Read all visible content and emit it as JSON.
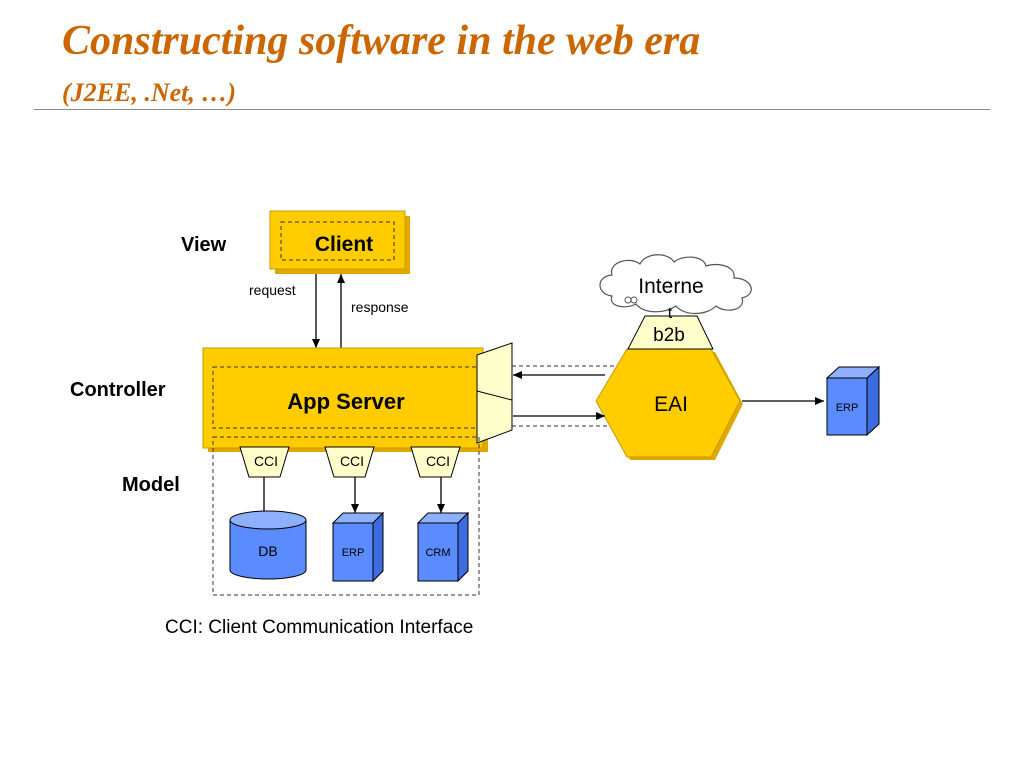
{
  "header": {
    "title": "Constructing software in the web era",
    "subtitle": "(J2EE, .Net, …)"
  },
  "layers": {
    "view": "View",
    "controller": "Controller",
    "model": "Model"
  },
  "nodes": {
    "client": "Client",
    "app_server": "App Server",
    "internet": "Interne",
    "internet_overflow": "t",
    "b2b": "b2b",
    "eai": "EAI",
    "erp_external": "ERP",
    "cci_1": "CCI",
    "cci_2": "CCI",
    "cci_3": "CCI",
    "db": "DB",
    "erp_internal": "ERP",
    "crm": "CRM"
  },
  "edges": {
    "request": "request",
    "response": "response"
  },
  "footnote": "CCI: Client Communication Interface",
  "colors": {
    "title": "#cc6600",
    "gold": "#ffcc00",
    "gold_shadow": "#e0a800",
    "light_yellow": "#ffffcc",
    "blue": "#5b8cff",
    "blue_side": "#3d6be0",
    "blue_top": "#8fb0ff"
  }
}
